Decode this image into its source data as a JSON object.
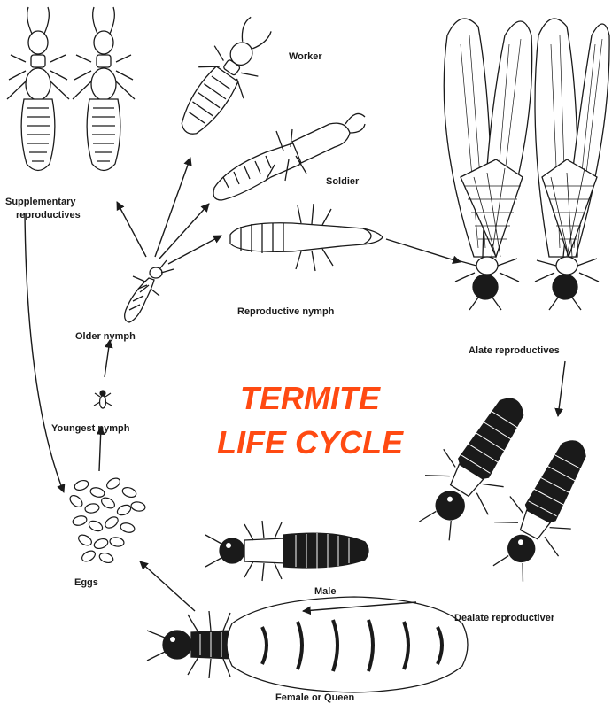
{
  "title": {
    "line1": "TERMITE",
    "line2": "LIFE CYCLE",
    "color": "#ff4a12"
  },
  "stages": {
    "worker": "Worker",
    "soldier": "Soldier",
    "supplementary_line1": "Supplementary",
    "supplementary_line2": "reproductives",
    "reproductive_nymph": "Reproductive nymph",
    "older_nymph": "Older nymph",
    "youngest_nymph": "Youngest nymph",
    "eggs": "Eggs",
    "alate": "Alate reproductives",
    "dealate": "Dealate reproductiver",
    "male": "Male",
    "queen": "Female or Queen"
  },
  "colors": {
    "ink": "#1a1a1a",
    "background": "#ffffff"
  }
}
